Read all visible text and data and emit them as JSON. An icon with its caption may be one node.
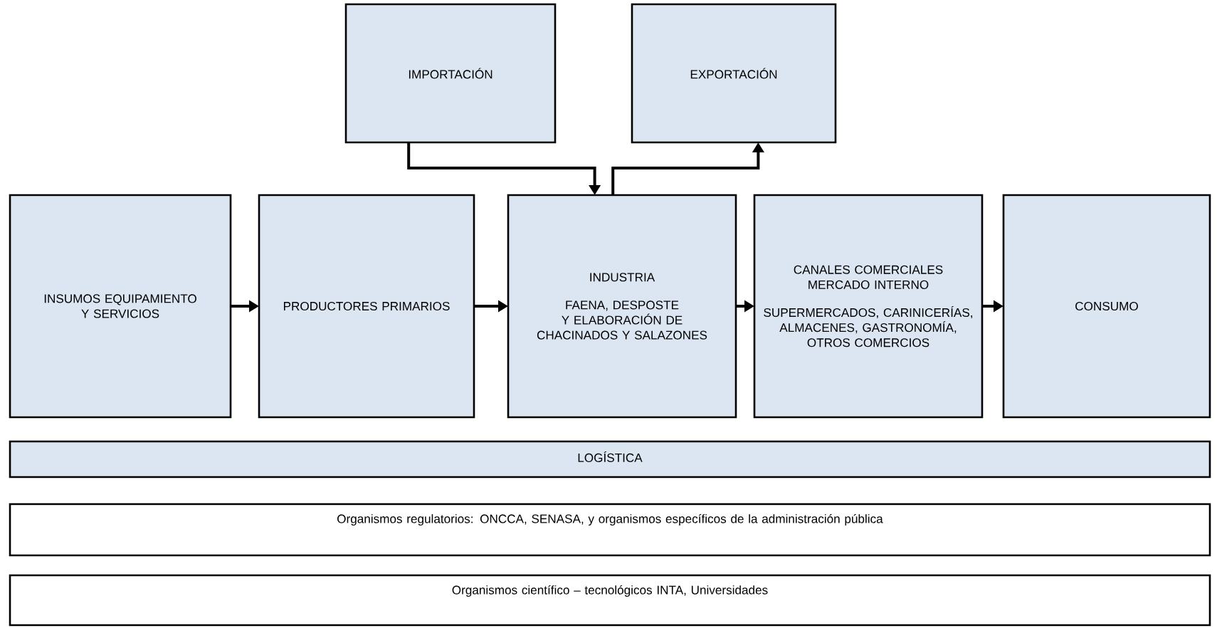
{
  "diagram": {
    "nodes": [
      {
        "text": [
          "IMPORTACIÓN"
        ]
      },
      {
        "text": [
          "EXPORTACIÓN"
        ]
      },
      {
        "text": [
          "INSUMOS EQUIPAMIENTO Y SERVICIOS"
        ]
      },
      {
        "text": [
          "PRODUCTORES PRIMARIOS"
        ]
      },
      {
        "text": [
          "INDUSTRIA",
          "FAENA, DESPOSTE Y ELABORACIÓN DE CHACINADOS Y SALAZONES"
        ]
      },
      {
        "text": [
          "CANALES COMERCIALES MERCADO INTERNO",
          "SUPERMERCADOS, CARINICERÍAS, ALMACENES, GASTRONOMÍA, OTROS COMERCIOS"
        ]
      },
      {
        "text": [
          "CONSUMO"
        ]
      },
      {
        "text": [
          "LOGÍSTICA"
        ]
      },
      {
        "text": [
          "Organismos regulatorios: ONCCA, SENASA, y organismos específicos de la administración pública"
        ]
      },
      {
        "text": [
          "Organismos científico – tecnológicos INTA, Universidades"
        ]
      }
    ],
    "edges": [
      {
        "from": 0,
        "to": 4,
        "arrow": "to"
      },
      {
        "from": 4,
        "to": 1,
        "arrow": "to"
      },
      {
        "from": 2,
        "to": 3,
        "arrow": "to"
      },
      {
        "from": 3,
        "to": 4,
        "arrow": "to"
      },
      {
        "from": 4,
        "to": 5,
        "arrow": "to"
      },
      {
        "from": 5,
        "to": 6,
        "arrow": "to"
      }
    ]
  }
}
